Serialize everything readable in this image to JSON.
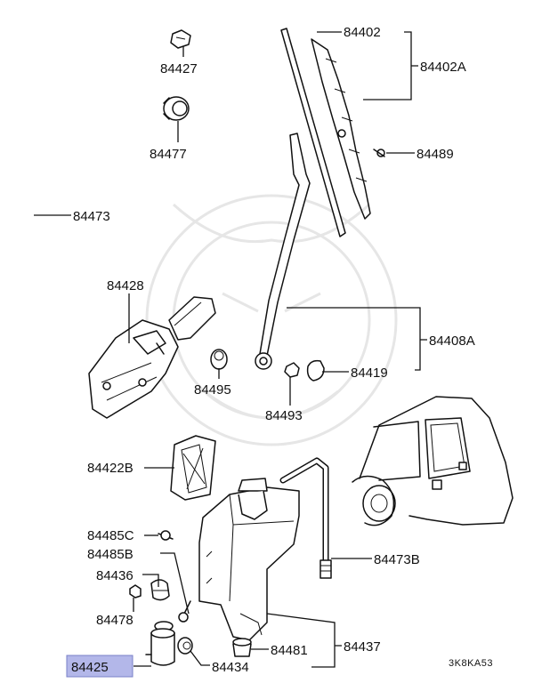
{
  "diagram": {
    "callouts": [
      {
        "id": "84402"
      },
      {
        "id": "84402A"
      },
      {
        "id": "84489"
      },
      {
        "id": "84427"
      },
      {
        "id": "84477"
      },
      {
        "id": "84473"
      },
      {
        "id": "84428"
      },
      {
        "id": "84408A"
      },
      {
        "id": "84495"
      },
      {
        "id": "84419"
      },
      {
        "id": "84493"
      },
      {
        "id": "84422B"
      },
      {
        "id": "84485C"
      },
      {
        "id": "84473B"
      },
      {
        "id": "84485B"
      },
      {
        "id": "84436"
      },
      {
        "id": "84478"
      },
      {
        "id": "84481"
      },
      {
        "id": "84437"
      },
      {
        "id": "84425",
        "highlighted": true
      },
      {
        "id": "84434"
      }
    ],
    "figure_code": "3K8KA53",
    "highlight_color": "#b3b7e9"
  }
}
